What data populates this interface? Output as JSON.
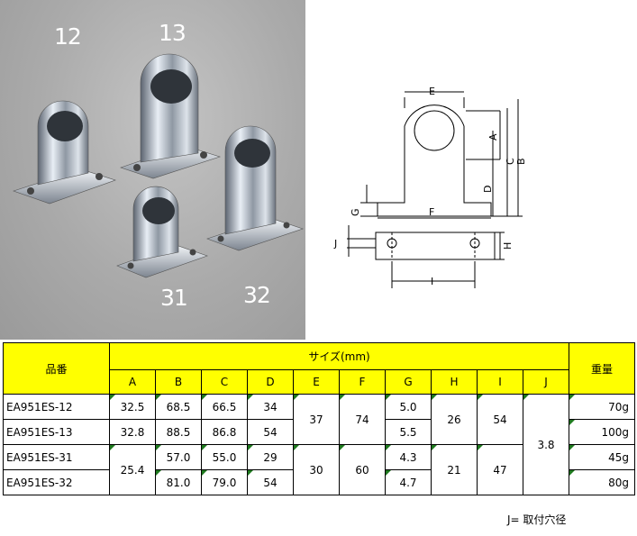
{
  "photo": {
    "labels": [
      "12",
      "13",
      "31",
      "32"
    ]
  },
  "drawing": {
    "dimension_letters": {
      "A": "A",
      "B": "B",
      "C": "C",
      "D": "D",
      "E": "E",
      "F": "F",
      "G": "G",
      "H": "H",
      "I": "I",
      "J": "J"
    }
  },
  "table": {
    "header": {
      "part_no": "品番",
      "size": "サイズ(mm)",
      "weight": "重量",
      "columns": [
        "A",
        "B",
        "C",
        "D",
        "E",
        "F",
        "G",
        "H",
        "I",
        "J"
      ]
    },
    "rows": [
      {
        "part": "EA951ES-12",
        "A": "32.5",
        "B": "68.5",
        "C": "66.5",
        "D": "34",
        "E": "37",
        "F": "74",
        "G": "5.0",
        "H": "26",
        "I": "54",
        "J": "3.8",
        "weight": "70g"
      },
      {
        "part": "EA951ES-13",
        "A": "32.8",
        "B": "88.5",
        "C": "86.8",
        "D": "54",
        "G": "5.5",
        "weight": "100g"
      },
      {
        "part": "EA951ES-31",
        "A": "25.4",
        "B": "57.0",
        "C": "55.0",
        "D": "29",
        "E": "30",
        "F": "60",
        "G": "4.3",
        "H": "21",
        "I": "47",
        "weight": "45g"
      },
      {
        "part": "EA951ES-32",
        "B": "81.0",
        "C": "79.0",
        "D": "54",
        "G": "4.7",
        "weight": "80g"
      }
    ]
  },
  "note": "J= 取付穴径",
  "colors": {
    "header_bg": "#ffff00",
    "photo_bg": "#aaaaaa",
    "corner_mark": "#1f7a1f"
  }
}
